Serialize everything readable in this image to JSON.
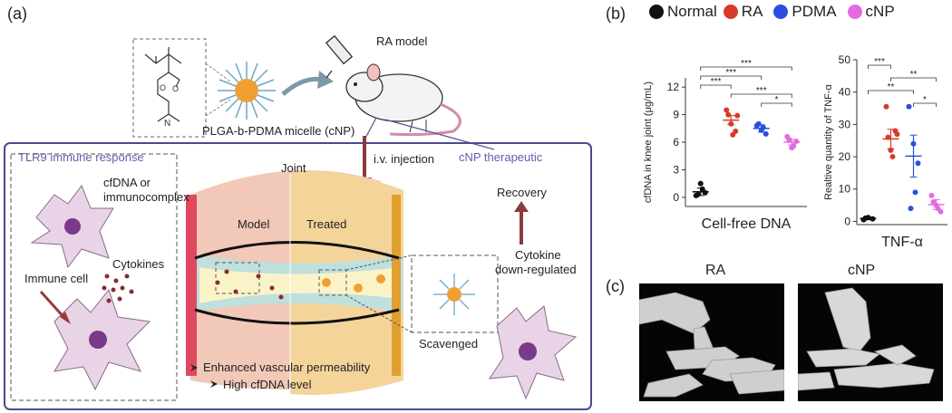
{
  "panel_a": {
    "tag": "(a)",
    "micelle_label": "PLGA-b-PDMA micelle (cNP)",
    "ra_model": "RA model",
    "injection": "i.v. injection",
    "tlr9_title": "TLR9 immune response",
    "cnp_title": "cNP therapeutic",
    "cfdna_line1": "cfDNA or",
    "cfdna_line2": "immunocomplex",
    "cytokines": "Cytokines",
    "immune_cell": "Immune cell",
    "joint": "Joint",
    "model": "Model",
    "treated": "Treated",
    "recovery": "Recovery",
    "cytokine_line1": "Cytokine",
    "cytokine_line2": "down-regulated",
    "scavenged": "Scavenged",
    "bullet1": "Enhanced vascular permeability",
    "bullet2": "High cfDNA level"
  },
  "panel_b": {
    "tag": "(b)",
    "legend": [
      {
        "name": "Normal",
        "color": "#111111"
      },
      {
        "name": "RA",
        "color": "#d63a2a"
      },
      {
        "name": "PDMA",
        "color": "#2a4fe0"
      },
      {
        "name": "cNP",
        "color": "#e36be0"
      }
    ]
  },
  "panel_c": {
    "tag": "(c)",
    "ra": "RA",
    "cnp": "cNP"
  },
  "chart_data": [
    {
      "type": "scatter",
      "title": "Cell-free DNA",
      "ylabel": "cfDNA in knee joint (μg/mL)",
      "ylim": [
        -1,
        13
      ],
      "yticks": [
        0,
        3,
        6,
        9,
        12
      ],
      "categories": [
        "Normal",
        "RA",
        "PDMA",
        "cNP"
      ],
      "colors": [
        "#111111",
        "#d63a2a",
        "#2a4fe0",
        "#e36be0"
      ],
      "points": [
        [
          0.2,
          1.5,
          0.5,
          0.3,
          0.9
        ],
        [
          9.5,
          8.0,
          7.2,
          9.0,
          6.8,
          8.9
        ],
        [
          7.8,
          7.3,
          6.9,
          8.0,
          7.6
        ],
        [
          6.6,
          5.4,
          6.1,
          6.3,
          5.6
        ]
      ],
      "means": [
        0.6,
        8.4,
        7.5,
        6.0
      ],
      "errors": [
        0.4,
        0.5,
        0.4,
        0.3
      ],
      "significance": [
        {
          "from": 0,
          "to": 3,
          "label": "***"
        },
        {
          "from": 0,
          "to": 2,
          "label": "***"
        },
        {
          "from": 0,
          "to": 1,
          "label": "***"
        },
        {
          "from": 1,
          "to": 3,
          "label": "***"
        },
        {
          "from": 2,
          "to": 3,
          "label": "*"
        }
      ]
    },
    {
      "type": "scatter",
      "title": "TNF-α",
      "ylabel": "Realtive quantity of TNF-α",
      "ylim": [
        -1,
        50
      ],
      "yticks": [
        0,
        10,
        20,
        30,
        40,
        50
      ],
      "categories": [
        "Normal",
        "RA",
        "PDMA",
        "cNP"
      ],
      "colors": [
        "#111111",
        "#d63a2a",
        "#2a4fe0",
        "#e36be0"
      ],
      "points": [
        [
          0.5,
          1.2,
          0.8,
          1.0
        ],
        [
          35.5,
          22,
          28,
          26,
          20,
          27
        ],
        [
          35.5,
          24,
          18,
          4,
          9
        ],
        [
          8,
          5,
          3,
          6,
          4
        ]
      ],
      "means": [
        0.9,
        25.5,
        20.2,
        5.2
      ],
      "errors": [
        0.4,
        3.0,
        6.5,
        1.5
      ],
      "significance": [
        {
          "from": 0,
          "to": 1,
          "label": "***"
        },
        {
          "from": 1,
          "to": 3,
          "label": "**"
        },
        {
          "from": 0,
          "to": 2,
          "label": "**"
        },
        {
          "from": 2,
          "to": 3,
          "label": "*"
        }
      ]
    }
  ]
}
